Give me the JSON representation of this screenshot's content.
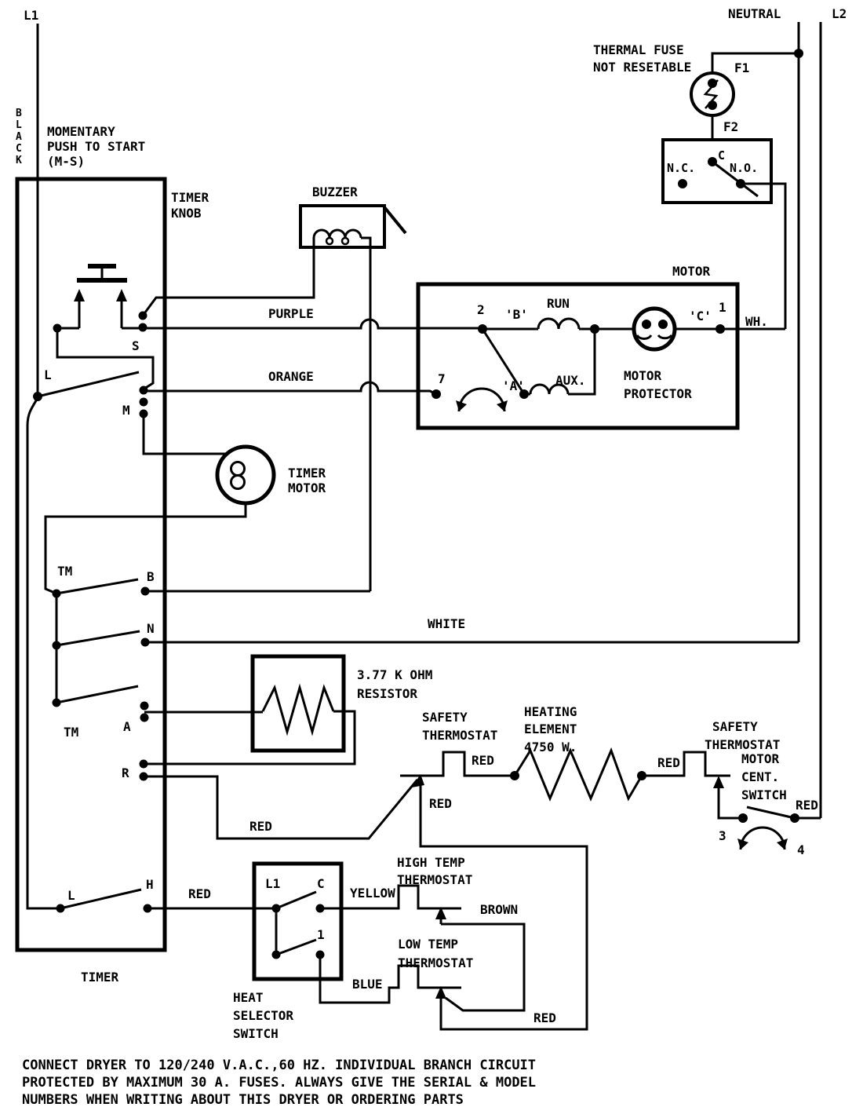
{
  "colors": {
    "ink": "#000000",
    "paper": "#ffffff"
  },
  "power": {
    "l1": "L1",
    "neutral": "NEUTRAL",
    "l2": "L2",
    "black_letters": [
      "B",
      "L",
      "A",
      "C",
      "K"
    ]
  },
  "thermal_fuse": {
    "label1": "THERMAL FUSE",
    "label2": "NOT RESETABLE",
    "f1": "F1",
    "f2": "F2",
    "nc": "N.C.",
    "c": "C",
    "no": "N.O."
  },
  "buzzer": {
    "label": "BUZZER"
  },
  "timer": {
    "label": "TIMER",
    "knob1": "TIMER",
    "knob2": "KNOB",
    "mom1": "MOMENTARY",
    "mom2": "PUSH TO START",
    "mom3": "(M-S)",
    "s": "S",
    "m": "M",
    "l_upper": "L",
    "tm_upper": "TM",
    "tm_lower": "TM",
    "b": "B",
    "n": "N",
    "a": "A",
    "r": "R",
    "l_lower": "L",
    "h": "H"
  },
  "timer_motor": {
    "label1": "TIMER",
    "label2": "MOTOR"
  },
  "motor": {
    "label": "MOTOR",
    "t2": "2",
    "b": "'B'",
    "run": "RUN",
    "c": "'C'",
    "t1": "1",
    "wh": "WH.",
    "t7": "7",
    "a": "'A'",
    "aux": "AUX.",
    "protector1": "MOTOR",
    "protector2": "PROTECTOR"
  },
  "resistor": {
    "label1": "3.77 K OHM",
    "label2": "RESISTOR"
  },
  "heating": {
    "safety_left1": "SAFETY",
    "safety_left2": "THERMOSTAT",
    "element1": "HEATING",
    "element2": "ELEMENT",
    "element3": "4750 W.",
    "safety_right1": "SAFETY",
    "safety_right2": "THERMOSTAT"
  },
  "cent_switch": {
    "label1": "MOTOR",
    "label2": "CENT.",
    "label3": "SWITCH",
    "t3": "3",
    "t4": "4"
  },
  "heat_selector": {
    "label1": "HEAT",
    "label2": "SELECTOR",
    "label3": "SWITCH",
    "l1": "L1",
    "c": "C",
    "one": "1"
  },
  "thermostats": {
    "high1": "HIGH TEMP",
    "high2": "THERMOSTAT",
    "low1": "LOW TEMP",
    "low2": "THERMOSTAT"
  },
  "wire_labels": {
    "purple": "PURPLE",
    "orange": "ORANGE",
    "white": "WHITE",
    "red": "RED",
    "yellow": "YELLOW",
    "blue": "BLUE",
    "brown": "BROWN"
  },
  "caption": {
    "line1": "CONNECT DRYER TO 120/240 V.A.C.,60 HZ. INDIVIDUAL BRANCH CIRCUIT",
    "line2": "PROTECTED BY MAXIMUM 30 A. FUSES. ALWAYS GIVE THE SERIAL & MODEL",
    "line3": "NUMBERS WHEN WRITING ABOUT THIS DRYER OR ORDERING PARTS"
  }
}
